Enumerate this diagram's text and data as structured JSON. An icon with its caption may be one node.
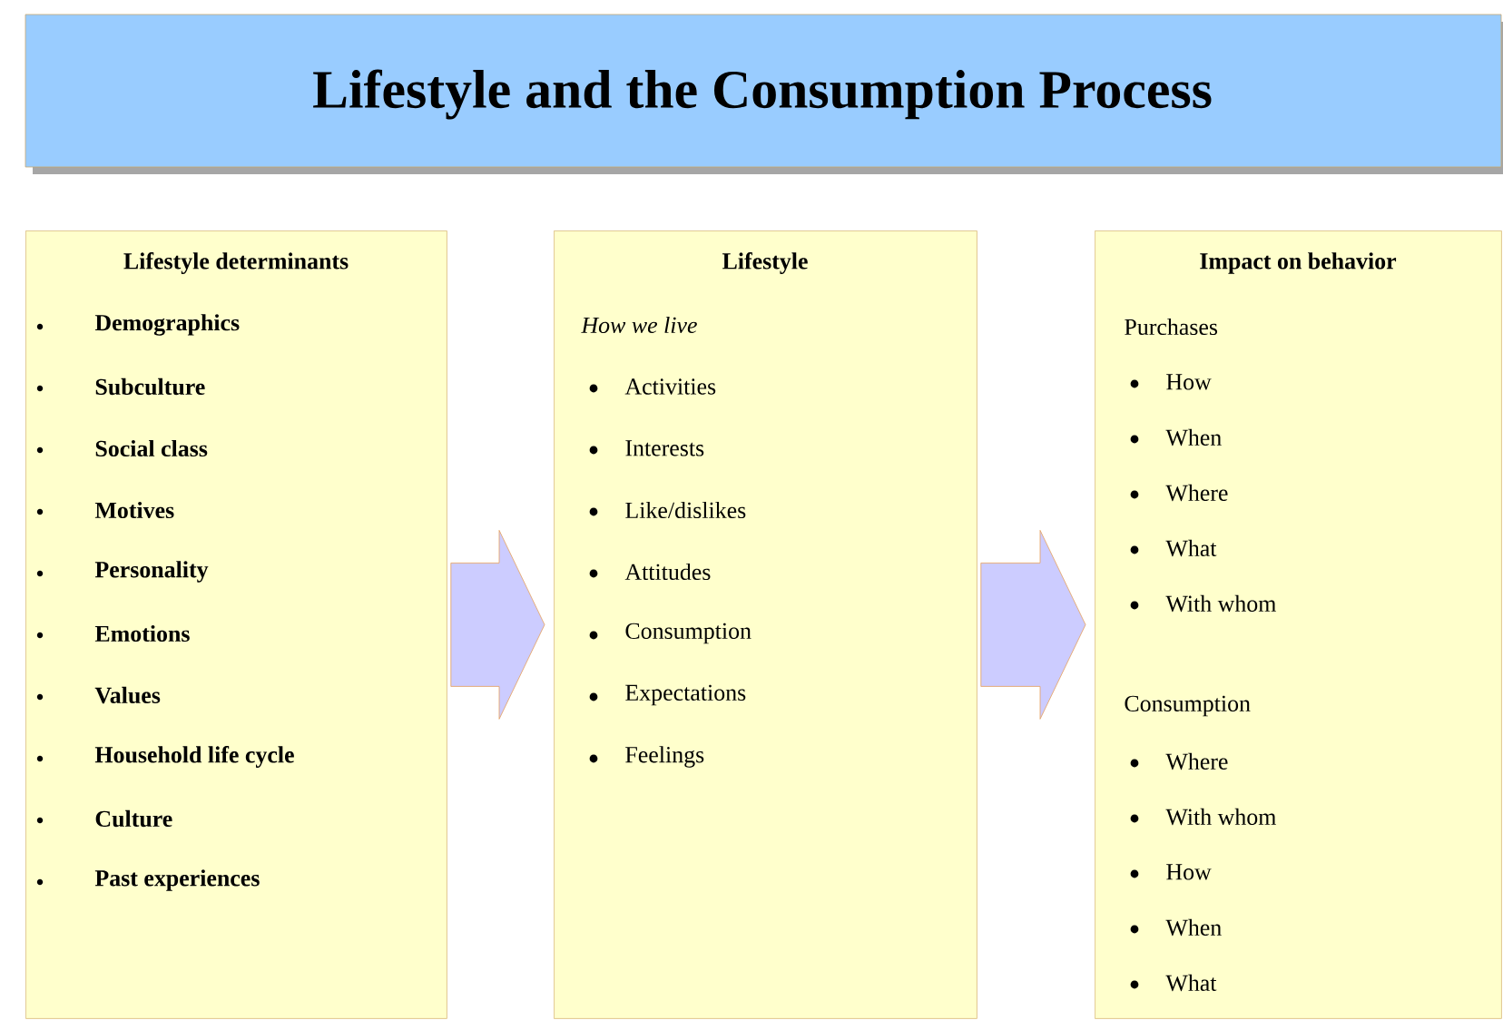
{
  "diagram": {
    "title": "Lifestyle and the Consumption Process",
    "nodes": [
      {
        "text": [
          "Lifestyle determinants",
          "Demographics",
          "Subculture",
          "Social class",
          "Motives",
          "Personality",
          "Emotions",
          "Values",
          "Household life cycle",
          "Culture",
          "Past experiences"
        ]
      },
      {
        "text": [
          "Lifestyle",
          "How we live",
          "Activities",
          "Interests",
          "Like/dislikes",
          "Attitudes",
          "Consumption",
          "Expectations",
          "Feelings"
        ]
      },
      {
        "text": [
          "Impact on behavior",
          "Purchases",
          "How",
          "When",
          "Where",
          "What",
          "With whom",
          "Consumption",
          "Where",
          "With whom",
          "How",
          "When",
          "What"
        ]
      }
    ],
    "edges": [
      {
        "from": 0,
        "to": 1,
        "arrow": "to"
      },
      {
        "from": 1,
        "to": 2,
        "arrow": "to"
      }
    ]
  }
}
